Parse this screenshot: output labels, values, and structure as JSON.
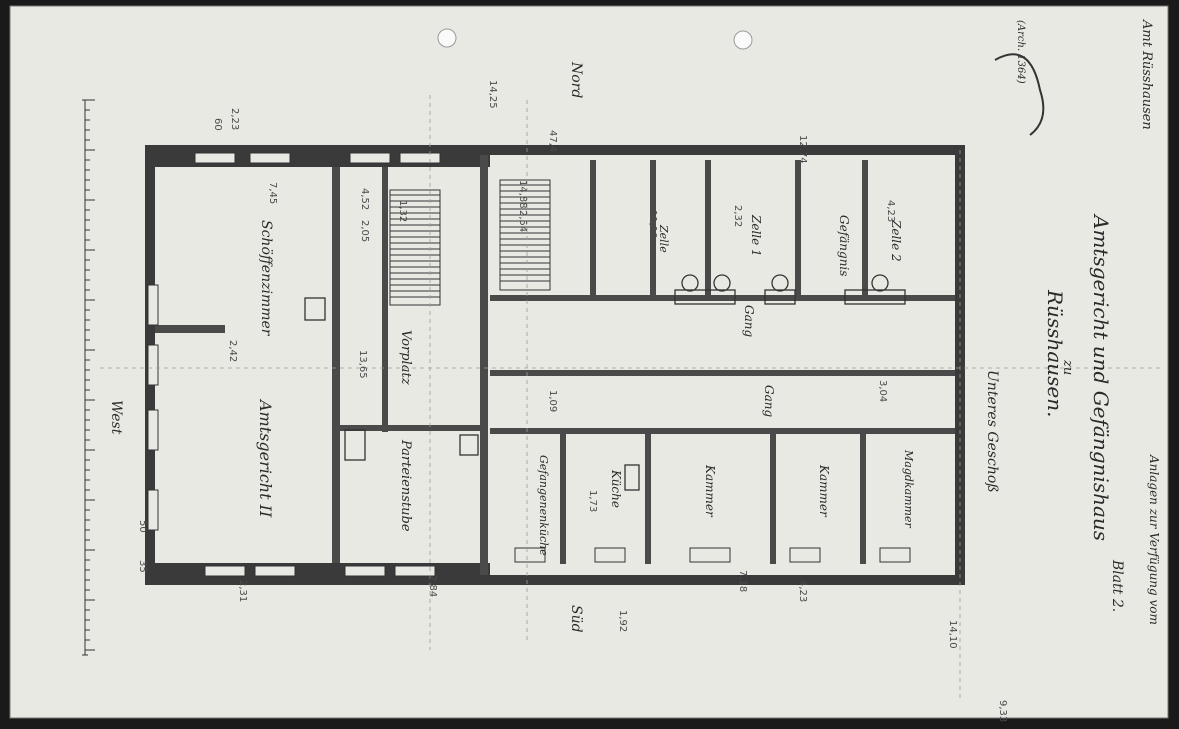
{
  "title": {
    "line1": "Amtsgericht und Gefängnishaus",
    "line2": "zu",
    "line3": "Rüsshausen.",
    "subtitle": "Unteres Geschoß"
  },
  "compass": {
    "north": "Nord",
    "south": "Süd",
    "west": "West"
  },
  "annotations": {
    "margin_top": "Amt Rüsshausen",
    "margin_right": "Anlagen zur Verfügung vom",
    "sheet_number": "Blatt 2.",
    "stamp": "(Arch. 1364)"
  },
  "rooms": [
    {
      "id": "schoeffen",
      "label": "Schöffenzimmer"
    },
    {
      "id": "vorplatz",
      "label": "Vorplatz"
    },
    {
      "id": "amtsgericht",
      "label": "Amtsgericht II"
    },
    {
      "id": "parteien",
      "label": "Parteienstube"
    },
    {
      "id": "gang1",
      "label": "Gang"
    },
    {
      "id": "gang2",
      "label": "Gang"
    },
    {
      "id": "zelle1",
      "label": "Zelle"
    },
    {
      "id": "zelle2",
      "label": "Zelle 1"
    },
    {
      "id": "gefaengnis",
      "label": "Gefängnis"
    },
    {
      "id": "zelle3",
      "label": "Zelle 2"
    },
    {
      "id": "gefangenenkueche",
      "label": "Gefangenenküche"
    },
    {
      "id": "kueche",
      "label": "Küche"
    },
    {
      "id": "kammer1",
      "label": "Kammer"
    },
    {
      "id": "kammer2",
      "label": "Kammer"
    },
    {
      "id": "magdkammer",
      "label": "Magdkammer"
    }
  ],
  "dimensions": [
    "60",
    "2,23",
    "14,25",
    "47,4",
    "7,45",
    "4,52",
    "1,32",
    "2,05",
    "2,54",
    "14,88",
    "11,10",
    "2,32",
    "4,23",
    "13,65",
    "2,42",
    "1,09",
    "12,74",
    "9,33",
    "35",
    "50",
    "2,31",
    "1,73",
    "7,18",
    "4,23",
    "3,04",
    "14,10",
    "1,92",
    "2,84"
  ],
  "colors": {
    "paper": "#e9e9e4",
    "ink": "#2a2a2a",
    "frame": "#1a1a1a"
  }
}
